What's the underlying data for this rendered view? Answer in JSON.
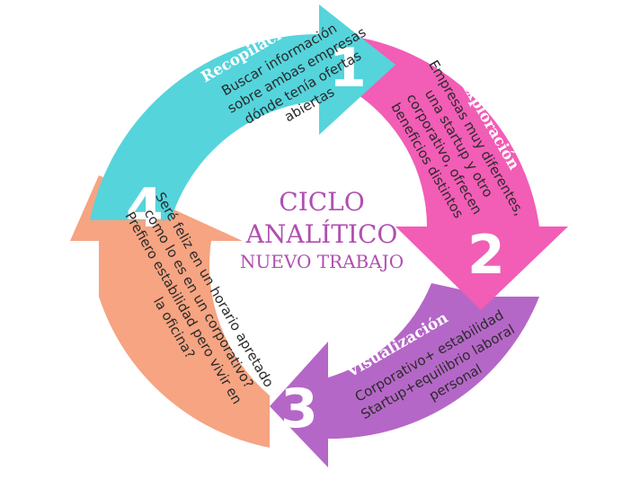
{
  "center": {
    "line1": "CICLO",
    "line2": "ANALÍTICO",
    "line3": "NUEVO TRABAJO",
    "color": "#b04fb0"
  },
  "segments": [
    {
      "number": "1",
      "title": "Recopilación",
      "lines": [
        "Buscar información",
        "sobre ambas empresas",
        "dónde tenía ofertas",
        "abiertas"
      ],
      "color": "#55d4dc"
    },
    {
      "number": "2",
      "title": "Exploración",
      "lines": [
        "Empresas muy diferentes,",
        "una startup y otro",
        "corporativo, ofrecen",
        "beneficios distintos"
      ],
      "color": "#f25db6"
    },
    {
      "number": "3",
      "title": "Visualización",
      "lines": [
        "Corporativo+ estabilidad",
        "Startup+equilibrio laboral",
        "personal"
      ],
      "color": "#b567c7"
    },
    {
      "number": "4",
      "title": "Análisis",
      "lines": [
        "Seré feliz en un horario apretado",
        "como lo es en un corporativo?",
        "Prefiero estabilidad pero vivir en",
        "la oficina?"
      ],
      "color": "#f6a482"
    }
  ]
}
